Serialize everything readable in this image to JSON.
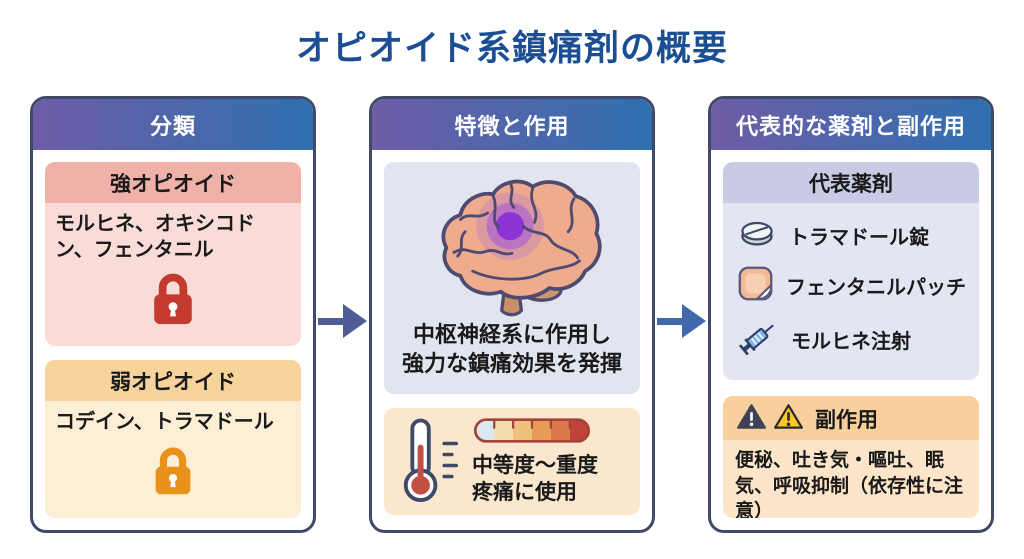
{
  "title": "オピオイド系鎮痛剤の概要",
  "columns": {
    "classification": {
      "header": "分類",
      "strong": {
        "title": "強オピオイド",
        "drugs": "モルヒネ、オキシコドン、フェンタニル",
        "lock_icon": "lock-icon",
        "lock_color": "#c23b2e"
      },
      "weak": {
        "title": "弱オピオイド",
        "drugs": "コデイン、トラマドール",
        "lock_icon": "lock-icon",
        "lock_color": "#e8921c"
      }
    },
    "features": {
      "header": "特徴と作用",
      "brain_icon": "brain-illustration",
      "action_line1": "中枢神経系に作用し",
      "action_line2": "強力な鎮痛効果を発揮",
      "thermometer_icon": "thermometer-icon",
      "scale_icon": "pain-scale-icon",
      "usage_line1": "中等度〜重度",
      "usage_line2": "疼痛に使用"
    },
    "drugs_side_effects": {
      "header": "代表的な薬剤と副作用",
      "representative": {
        "title": "代表薬剤",
        "items": [
          {
            "icon": "tablet-icon",
            "label": "トラマドール錠"
          },
          {
            "icon": "patch-icon",
            "label": "フェンタニルパッチ"
          },
          {
            "icon": "syringe-icon",
            "label": "モルヒネ注射"
          }
        ]
      },
      "side_effects": {
        "title": "副作用",
        "icons": [
          "warning-triangle-dark-icon",
          "warning-triangle-yellow-icon"
        ],
        "text": "便秘、吐き気・嘔吐、眠気、呼吸抑制（依存性に注意）"
      }
    }
  },
  "colors": {
    "title": "#1c4e93",
    "header_gradient_left": "#6e5ca6",
    "header_gradient_right": "#2f70b0",
    "column_border": "#3e4a68",
    "strong_card_bg": "#f9dcd7",
    "strong_band_bg": "#f0b1a9",
    "weak_card_bg": "#fdeed6",
    "weak_band_bg": "#f7d39c",
    "brain_card_bg": "#e2e4f0",
    "usage_card_bg": "#fbe7cd",
    "rep_card_bg": "#e4e5f3",
    "rep_band_bg": "#c9cae4",
    "se_card_bg": "#fce5c9",
    "se_band_bg": "#f8cf9d",
    "arrow1": "#4f5d96",
    "arrow2": "#3f69aa"
  }
}
